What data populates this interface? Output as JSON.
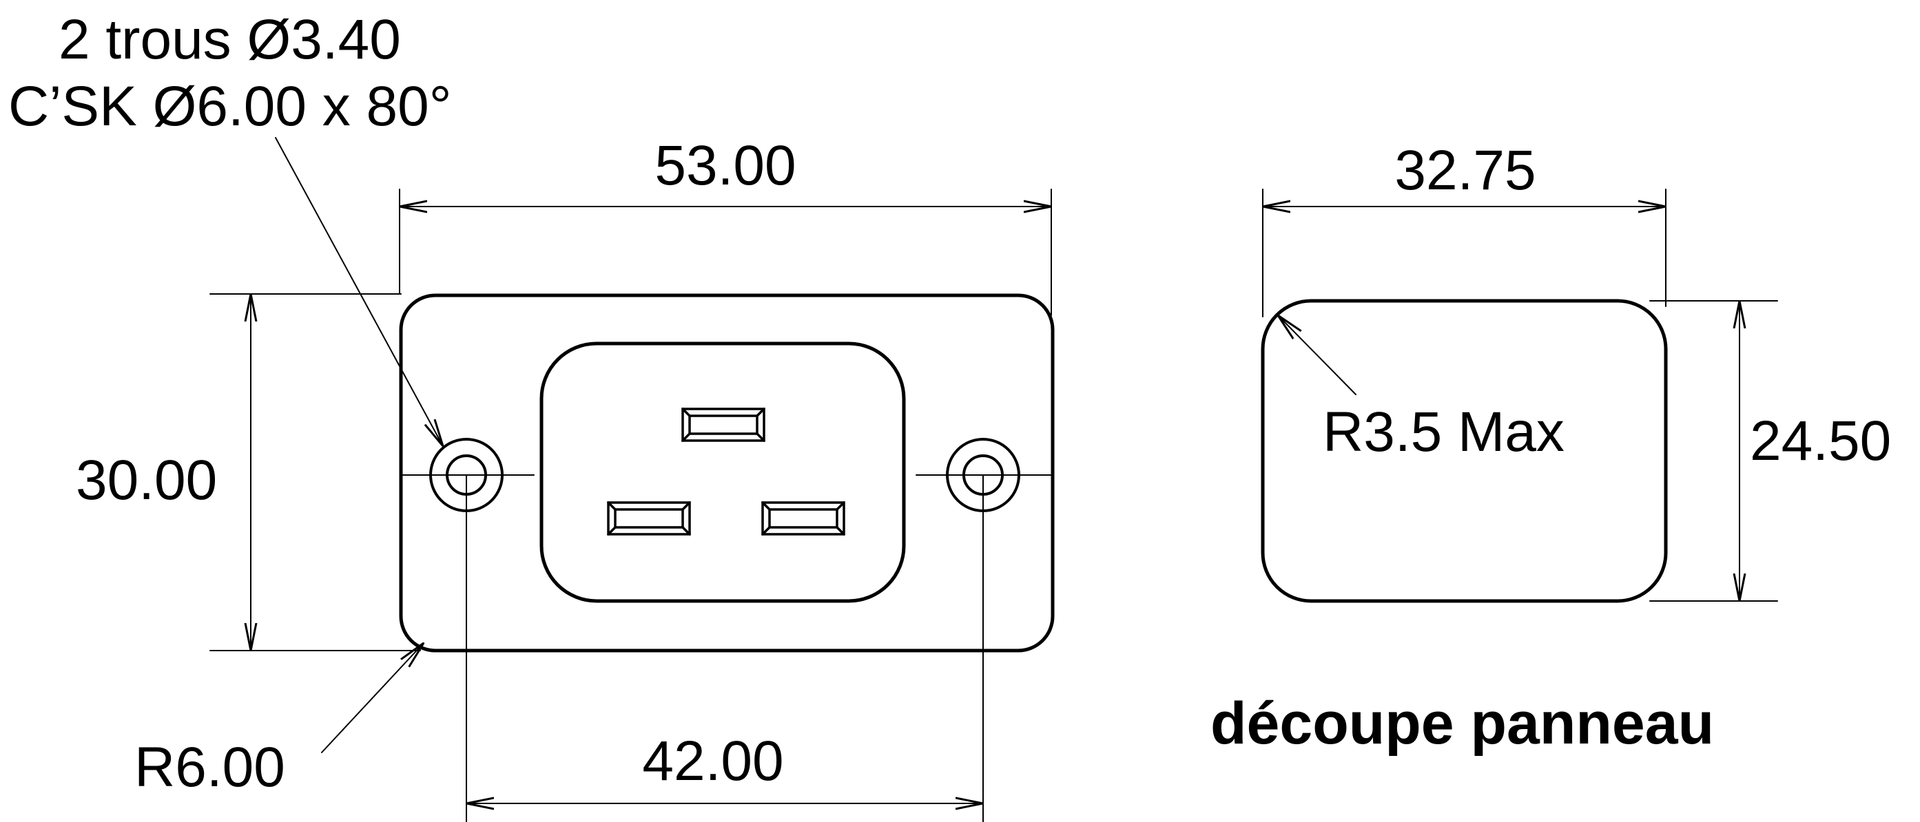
{
  "colors": {
    "line": "#000000",
    "background": "#ffffff"
  },
  "labels": {
    "holes_line1": "2 trous  Ø3.40",
    "holes_line2": "C’SK Ø6.00 x 80°",
    "flange_width": "53.00",
    "flange_height": "30.00",
    "corner_radius": "R6.00",
    "hole_spacing": "42.00",
    "cutout_width": "32.75",
    "cutout_height": "24.50",
    "cutout_radius": "R3.5 Max",
    "cutout_title": "découpe panneau"
  }
}
